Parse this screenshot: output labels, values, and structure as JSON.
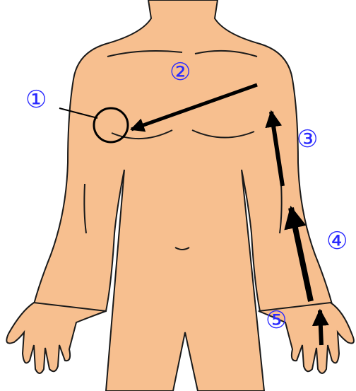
{
  "figure": {
    "body_color": "#f7bf8f",
    "outline_color": "#1a1a1a",
    "arrow_color": "#000000",
    "label_color": "#2a2aff"
  },
  "labels": {
    "point_1": "①",
    "point_2": "②",
    "point_3": "③",
    "point_4": "④",
    "point_5": "⑤"
  }
}
